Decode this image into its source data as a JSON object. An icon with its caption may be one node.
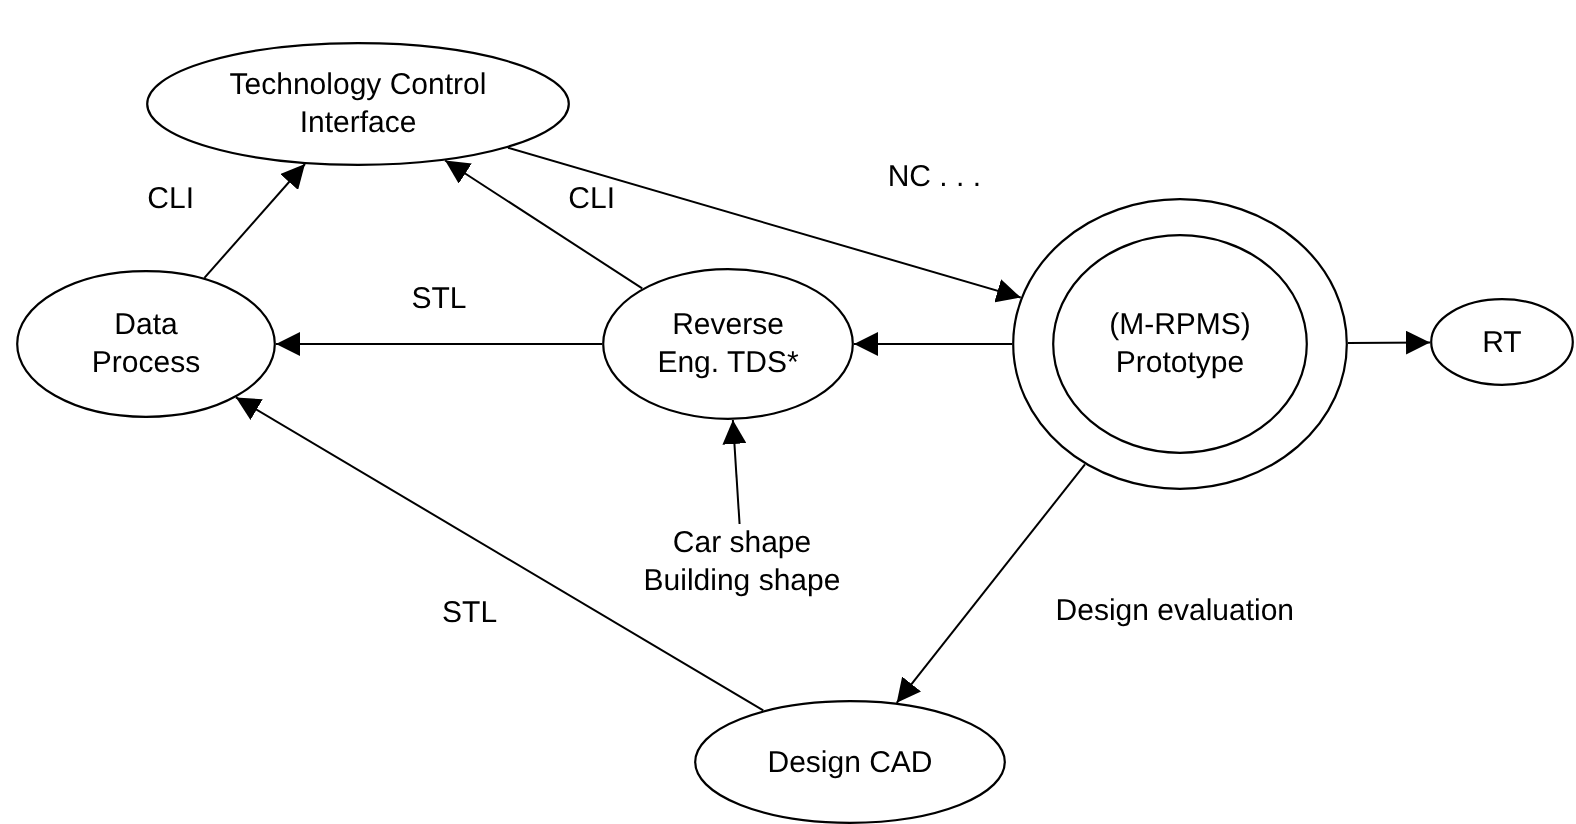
{
  "diagram": {
    "nodes": [
      {
        "text": [
          "Technology Control Interface"
        ]
      },
      {
        "text": [
          "Data Process"
        ]
      },
      {
        "text": [
          "Reverse Eng. TDS*"
        ]
      },
      {
        "text": [],
        "shape": "circle"
      },
      {
        "text": [
          "(M-RPMS) Prototype"
        ],
        "in": 3
      },
      {
        "text": [
          "RT"
        ]
      },
      {
        "text": [
          "Car shape Building shape"
        ]
      },
      {
        "text": [
          "Design CAD"
        ]
      }
    ],
    "edges": [
      {
        "from": 1,
        "to": 0,
        "arrow": "to",
        "label": "CLI"
      },
      {
        "from": 2,
        "to": 0,
        "arrow": "to",
        "label": "CLI"
      },
      {
        "from": 0,
        "to": 3,
        "arrow": "to",
        "label": "NC . . ."
      },
      {
        "from": 2,
        "to": 1,
        "arrow": "to",
        "label": "STL"
      },
      {
        "from": 3,
        "to": 2,
        "arrow": "to"
      },
      {
        "from": 3,
        "to": 5,
        "arrow": "to"
      },
      {
        "from": 6,
        "to": 2,
        "arrow": "to"
      },
      {
        "from": 3,
        "to": 7,
        "arrow": "to",
        "label": "Design evaluation"
      },
      {
        "from": 7,
        "to": 1,
        "arrow": "to",
        "label": "STL"
      }
    ]
  }
}
